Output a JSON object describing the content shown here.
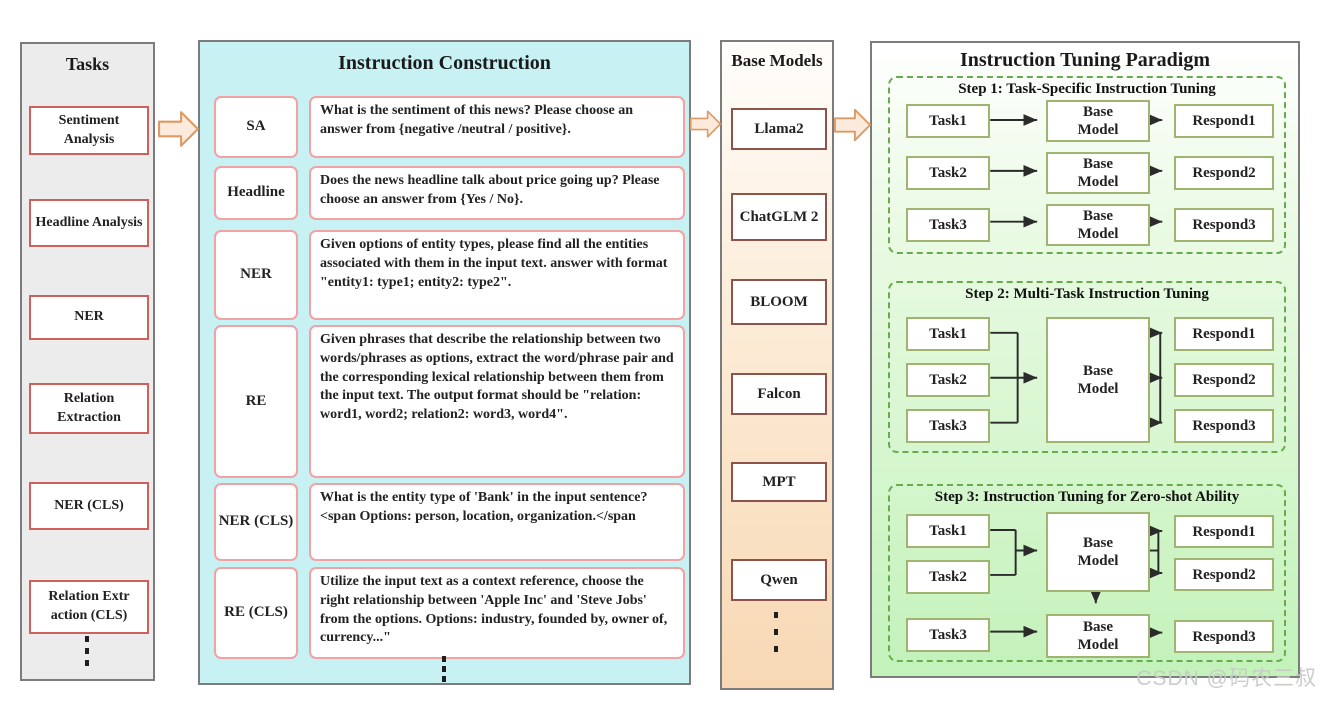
{
  "tasks_panel": {
    "title": "Tasks",
    "items": [
      "Sentiment Analysis",
      "Headline Analysis",
      "NER",
      "Relation Extraction",
      "NER (CLS)",
      "Relation Extr action (CLS)"
    ]
  },
  "instruction_panel": {
    "title": "Instruction Construction",
    "rows": [
      {
        "label": "SA",
        "text": "What is the sentiment of this news? Please choose an answer from {negative /neutral / positive}."
      },
      {
        "label": "Headline",
        "text": "Does the news headline talk about price going up? Please choose an answer from {Yes / No}."
      },
      {
        "label": "NER",
        "text": "Given options of entity types, please find all the entities associated with them in the input text. answer with format \"entity1: type1; entity2: type2\"."
      },
      {
        "label": "RE",
        "text": "Given phrases that describe the relationship between two words/phrases as options, extract the word/phrase pair and the corresponding lexical relationship between them from the input text. The output format should be \"relation: word1, word2; relation2: word3, word4\"."
      },
      {
        "label": "NER (CLS)",
        "text": "What is the entity type of 'Bank' in the input sentence?<span Options: person, location, organization.</span"
      },
      {
        "label": "RE (CLS)",
        "text": "Utilize the input text as a context reference, choose the right relationship between 'Apple Inc' and 'Steve Jobs' from the options. Options: industry, founded by, owner of, currency...\""
      }
    ]
  },
  "base_models_panel": {
    "title": "Base Models",
    "items": [
      "Llama2",
      "ChatGLM 2",
      "BLOOM",
      "Falcon",
      "MPT",
      "Qwen"
    ]
  },
  "paradigm_panel": {
    "title": "Instruction Tuning Paradigm",
    "steps": [
      {
        "title": "Step 1: Task-Specific Instruction Tuning",
        "tasks": [
          "Task1",
          "Task2",
          "Task3"
        ],
        "models": [
          "Base Model",
          "Base Model",
          "Base Model"
        ],
        "responds": [
          "Respond1",
          "Respond2",
          "Respond3"
        ]
      },
      {
        "title": "Step 2: Multi-Task Instruction Tuning",
        "tasks": [
          "Task1",
          "Task2",
          "Task3"
        ],
        "models": [
          "Base Model"
        ],
        "responds": [
          "Respond1",
          "Respond2",
          "Respond3"
        ]
      },
      {
        "title": "Step 3: Instruction Tuning for Zero-shot Ability",
        "tasks": [
          "Task1",
          "Task2",
          "Task3"
        ],
        "models": [
          "Base Model",
          "Base Model"
        ],
        "responds": [
          "Respond1",
          "Respond2",
          "Respond3"
        ]
      }
    ]
  },
  "icons": {
    "flow_arrow": "right-block-arrow",
    "ellipsis": "vertical-ellipsis"
  },
  "colors": {
    "tasks_bg": "#ececec",
    "instruction_bg": "#c8f1f3",
    "base_bg_gradient_end": "#f8d8b4",
    "paradigm_bg_gradient_end": "#c3f2ba",
    "task_box_border": "#d0605c",
    "instruction_box_border": "#f2a2a2",
    "base_box_border": "#8e544c",
    "node_box_border": "#9fb470",
    "step_dashed_border": "#68ab4c",
    "block_arrow_fill": "#fcebdc",
    "block_arrow_stroke": "#dd9a64"
  },
  "watermark": "CSDN @码农三叔"
}
